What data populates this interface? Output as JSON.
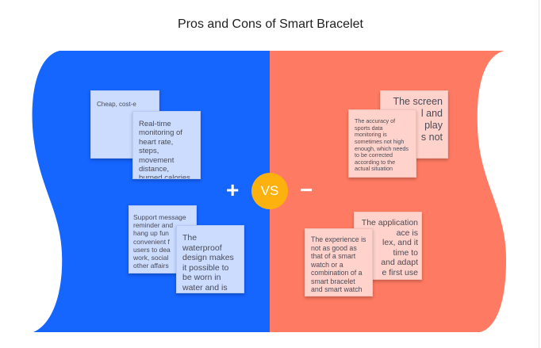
{
  "title": "Pros and Cons of Smart Bracelet",
  "colors": {
    "pros": "#1565FF",
    "cons": "#FF7A62",
    "vs_badge": "#FDB10F",
    "pros_note": "#CBDCFF",
    "cons_note": "#FFD3CC"
  },
  "symbols": {
    "plus": "+",
    "vs": "VS",
    "minus": "−"
  },
  "pros": [
    {
      "text": "Cheap, cost-e"
    },
    {
      "text": "Real-time monitoring of heart rate, steps, movement distance, burned calories, etc"
    },
    {
      "text": "Support message\nreminder and\nhang up fun\nconvenient f\nusers to dea\nwork, social\nother affairs"
    },
    {
      "text": "The waterproof design makes it possible to be worn in water and is not easy to damage"
    }
  ],
  "cons": [
    {
      "text": "The screen\n         l and\n          play\n         s not"
    },
    {
      "text": "The accuracy of sports data monitoring is sometimes not high enough, which needs to be corrected according to the actual situation"
    },
    {
      "text": "The application\n          ace is\n          lex, and it\n          time to\n          and adapt\n          e first use"
    },
    {
      "text": "The experience is not as good as that of a smart watch or a combination of a smart bracelet and smart watch"
    }
  ]
}
